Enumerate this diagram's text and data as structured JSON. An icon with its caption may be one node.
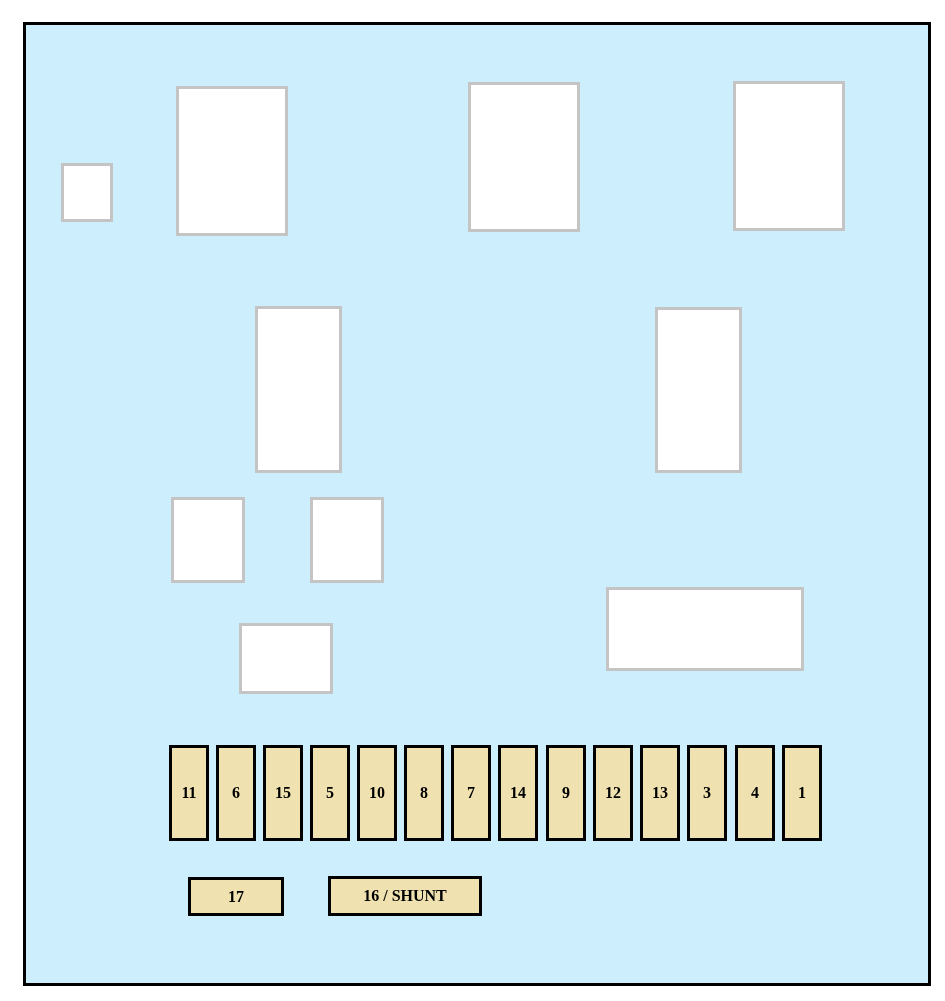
{
  "diagram": {
    "nodes": [
      {
        "text": [],
        "shape": "box"
      },
      {
        "text": [],
        "shape": "box",
        "in": 0
      },
      {
        "text": [],
        "shape": "box",
        "in": 0
      },
      {
        "text": [],
        "shape": "box",
        "in": 0
      },
      {
        "text": [],
        "shape": "box",
        "in": 0
      },
      {
        "text": [],
        "shape": "box",
        "in": 0
      },
      {
        "text": [],
        "shape": "box",
        "in": 0
      },
      {
        "text": [],
        "shape": "box",
        "in": 0
      },
      {
        "text": [],
        "shape": "box",
        "in": 0
      },
      {
        "text": [],
        "shape": "box",
        "in": 0
      },
      {
        "text": [],
        "shape": "box",
        "in": 0
      },
      {
        "text": [
          "11"
        ],
        "in": 0
      },
      {
        "text": [
          "6"
        ],
        "in": 0
      },
      {
        "text": [
          "15"
        ],
        "in": 0
      },
      {
        "text": [
          "5"
        ],
        "in": 0
      },
      {
        "text": [
          "10"
        ],
        "in": 0
      },
      {
        "text": [
          "8"
        ],
        "in": 0
      },
      {
        "text": [
          "7"
        ],
        "in": 0
      },
      {
        "text": [
          "14"
        ],
        "in": 0
      },
      {
        "text": [
          "9"
        ],
        "in": 0
      },
      {
        "text": [
          "12"
        ],
        "in": 0
      },
      {
        "text": [
          "13"
        ],
        "in": 0
      },
      {
        "text": [
          "3"
        ],
        "in": 0
      },
      {
        "text": [
          "4"
        ],
        "in": 0
      },
      {
        "text": [
          "1"
        ],
        "in": 0
      },
      {
        "text": [
          "17"
        ],
        "in": 0
      },
      {
        "text": [
          "16 / SHUNT"
        ],
        "in": 0
      }
    ]
  }
}
